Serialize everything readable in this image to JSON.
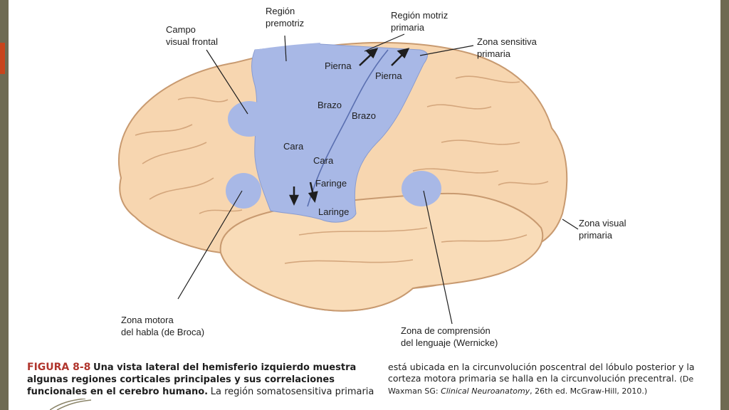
{
  "labels": {
    "region_premotriz_1": "Región",
    "region_premotriz_2": "premotriz",
    "region_motriz_1": "Región motriz",
    "region_motriz_2": "primaria",
    "zona_sensitiva_1": "Zona sensitiva",
    "zona_sensitiva_2": "primaria",
    "campo_visual_1": "Campo",
    "campo_visual_2": "visual frontal",
    "zona_visual_1": "Zona visual",
    "zona_visual_2": "primaria",
    "broca_1": "Zona motora",
    "broca_2": "del habla (de Broca)",
    "wernicke_1": "Zona de comprensión",
    "wernicke_2": "del lenguaje (Wernicke)"
  },
  "body_parts": {
    "motor_pierna": "Pierna",
    "sensory_pierna": "Pierna",
    "motor_brazo": "Brazo",
    "sensory_brazo": "Brazo",
    "motor_cara": "Cara",
    "sensory_cara": "Cara",
    "faringe": "Faringe",
    "laringe": "Laringe"
  },
  "caption": {
    "figure_number": "FIGURA 8-8",
    "bold_text": "Una vista lateral del hemisferio izquierdo muestra algunas regiones corticales principales y sus correlaciones funcionales en el cerebro humano.",
    "left_tail": "La región somatosensitiva primaria",
    "right_text": "está ubicada en la circunvolución poscentral del lóbulo posterior y la corteza motora primaria se halla en la circunvolución precentral.",
    "credit_prefix": "(De Waxman SG: ",
    "credit_title": "Clinical Neuroanatomy",
    "credit_suffix": ", 26th ed. McGraw-Hill, 2010.)"
  },
  "colors": {
    "brain": "#f7d6b0",
    "brain_outline": "#c89a70",
    "region": "#a8b8e6",
    "accent": "#c8441c",
    "figure_label": "#b0342c"
  }
}
